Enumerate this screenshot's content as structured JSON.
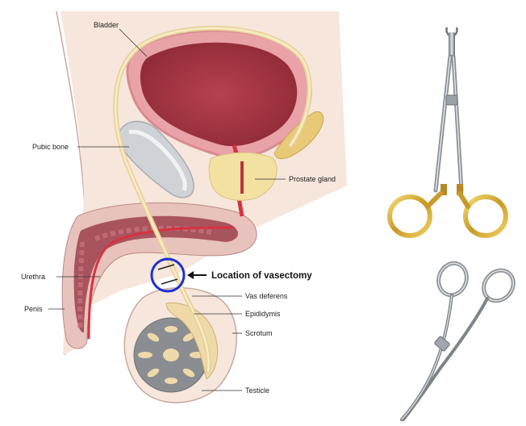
{
  "diagram": {
    "labels": {
      "bladder": "Bladder",
      "pubic_bone": "Pubic bone",
      "prostate_gland": "Prostate gland",
      "urethra": "Urethra",
      "penis": "Penis",
      "location_of_vasectomy": "Location of vasectomy",
      "vas_deferens": "Vas deferens",
      "epididymis": "Epididymis",
      "scrotum": "Scrotum",
      "testicle": "Testicle"
    },
    "highlight_color": "#1e2fd0",
    "instruments": [
      "vas-clamp-forceps",
      "curved-hemostat-forceps"
    ]
  }
}
